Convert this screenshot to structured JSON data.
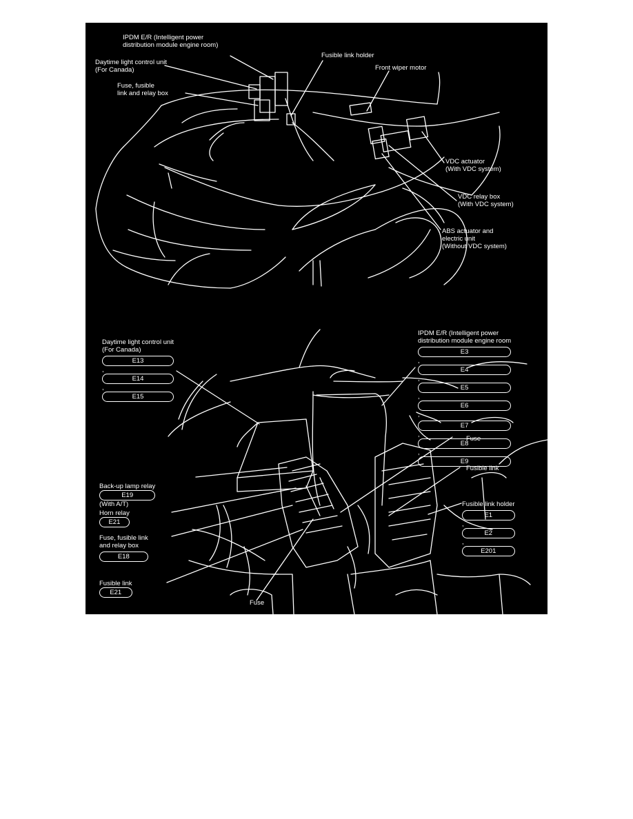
{
  "top_view": {
    "labels": {
      "ipdm_l1": "IPDM E/R (Intelligent power",
      "ipdm_l2": "distribution module engine room)",
      "daytime_l1": "Daytime light control unit",
      "daytime_l2": "(For Canada)",
      "fuse_box_l1": "Fuse, fusible",
      "fuse_box_l2": "link and relay box",
      "fusible_holder": "Fusible link holder",
      "wiper": "Front wiper motor",
      "vdc_act_l1": "VDC actuator",
      "vdc_act_l2": "(With VDC system)",
      "vdc_relay_l1": "VDC relay box",
      "vdc_relay_l2": "(With VDC system)",
      "abs_l1": "ABS actuator and",
      "abs_l2": "electric unit",
      "abs_l3": "(Without VDC system)"
    }
  },
  "bottom_view": {
    "labels": {
      "daytime_l1": "Daytime light control unit",
      "daytime_l2": "(For Canada)",
      "ipdm_l1": "IPDM E/R (Intelligent power",
      "ipdm_l2": "distribution module engine room",
      "fuse_top": "Fuse",
      "fusible_link_right": "Fusible link",
      "fusible_holder": "Fusible link holder",
      "backup_l1": "Back-up lamp relay",
      "backup_l2": "(With A/T)",
      "horn": "Horn relay",
      "fuse_box_l1": "Fuse, fusible link",
      "fuse_box_l2": "and relay box",
      "fusible_link_left": "Fusible link",
      "fuse_bottom": "Fuse"
    },
    "connectors": {
      "daytime": [
        "E13",
        "E14",
        "E15"
      ],
      "ipdm_row1": [
        "E3",
        "E4",
        "E5",
        "E6"
      ],
      "ipdm_row2": [
        "E7",
        "E8",
        "E9"
      ],
      "fusible_holder": [
        "E1",
        "E2",
        "E201"
      ],
      "backup": "E19",
      "horn": "E21",
      "fuse_box": "E18",
      "fusible_link_left": "E21"
    },
    "separator": ","
  }
}
